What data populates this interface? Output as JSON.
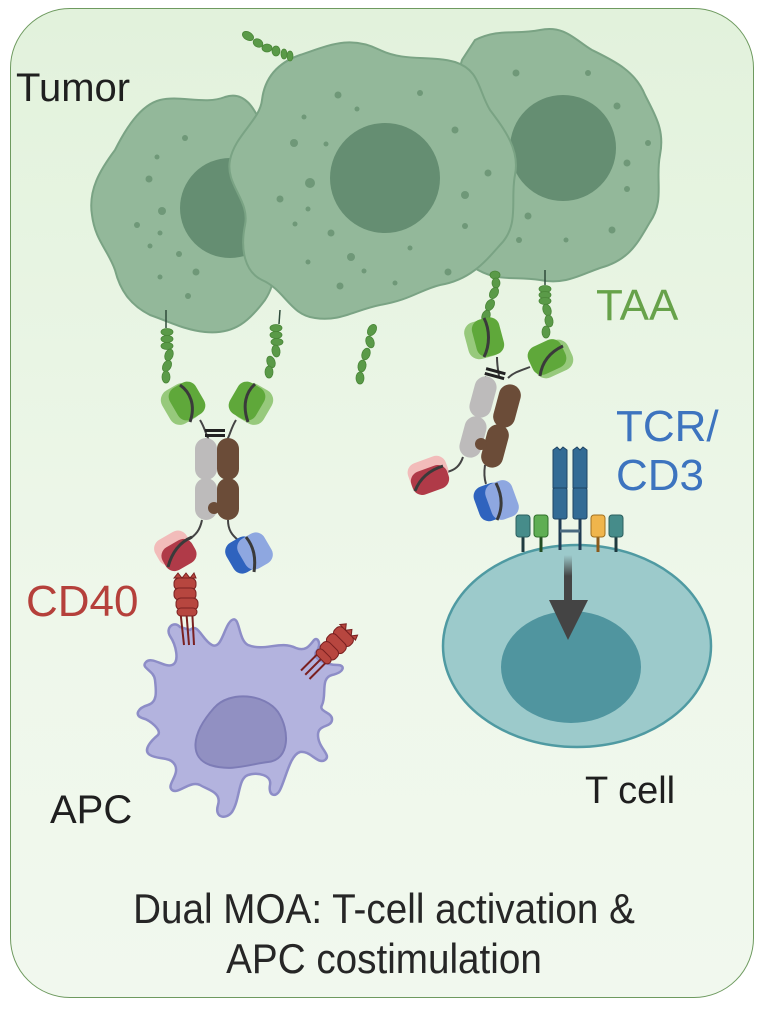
{
  "labels": {
    "tumor": "Tumor",
    "taa": "TAA",
    "tcr_cd3": "TCR/\nCD3",
    "cd40": "CD40",
    "apc": "APC",
    "t_cell": "T cell"
  },
  "caption": {
    "line1": "Dual MOA: T-cell activation &",
    "line2": "APC costimulation"
  },
  "colors": {
    "panel_border": "#6e9a5f",
    "tumor_cell": "#93b89a",
    "tumor_nucleus": "#658e72",
    "taa_antigen": "#5a9a48",
    "binding_green": "#5fa83a",
    "heavy_chain_light": "#bdbbbb",
    "heavy_chain_dark": "#6b4c38",
    "cd40_binder": "#b03a48",
    "cd3_binder": "#2f63be",
    "cd40_receptor": "#b7463f",
    "tcr": "#336b95",
    "apc_cell": "#b3b3de",
    "apc_nucleus": "#9190c2",
    "t_cell": "#9ccacb",
    "t_cell_nucleus": "#50959f",
    "label_taa": "#67a24a",
    "label_tcr": "#3d74bf",
    "label_cd40": "#b5403b"
  }
}
